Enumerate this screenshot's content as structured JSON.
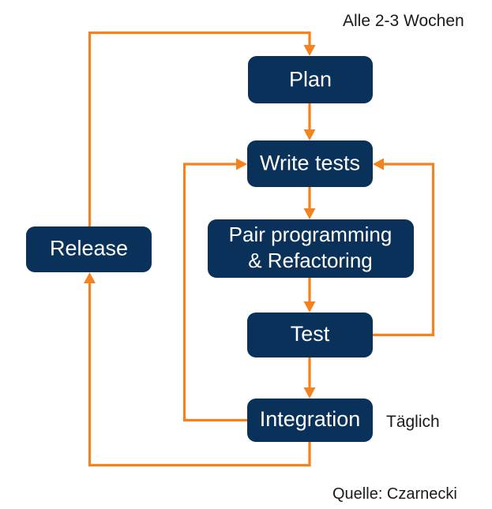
{
  "diagram": {
    "title_text": "",
    "colors": {
      "node_fill": "#0A3159",
      "node_text": "#FFFFFF",
      "connector": "#F4821F",
      "annotation_text": "#1A1A1A",
      "background": "#FFFFFF"
    },
    "nodes": [
      {
        "id": "plan",
        "label": "Plan"
      },
      {
        "id": "write-tests",
        "label": "Write tests"
      },
      {
        "id": "pair-programming",
        "label_line1": "Pair programming",
        "label_line2": "& Refactoring"
      },
      {
        "id": "test",
        "label": "Test"
      },
      {
        "id": "integration",
        "label": "Integration"
      },
      {
        "id": "release",
        "label": "Release"
      }
    ],
    "annotations": [
      {
        "id": "cadence-iteration",
        "text": "Alle 2-3 Wochen"
      },
      {
        "id": "cadence-daily",
        "text": "Täglich"
      },
      {
        "id": "source-credit",
        "text": "Quelle: Czarnecki"
      }
    ],
    "edges": [
      {
        "id": "release-to-plan",
        "from": "release",
        "to": "plan"
      },
      {
        "id": "plan-to-write-tests",
        "from": "plan",
        "to": "write-tests"
      },
      {
        "id": "write-tests-to-pair-programming",
        "from": "write-tests",
        "to": "pair-programming"
      },
      {
        "id": "pair-programming-to-test",
        "from": "pair-programming",
        "to": "test"
      },
      {
        "id": "test-to-write-tests",
        "from": "test",
        "to": "write-tests"
      },
      {
        "id": "test-to-integration",
        "from": "test",
        "to": "integration"
      },
      {
        "id": "integration-to-write-tests",
        "from": "integration",
        "to": "write-tests"
      },
      {
        "id": "integration-to-release",
        "from": "integration",
        "to": "release"
      }
    ]
  }
}
